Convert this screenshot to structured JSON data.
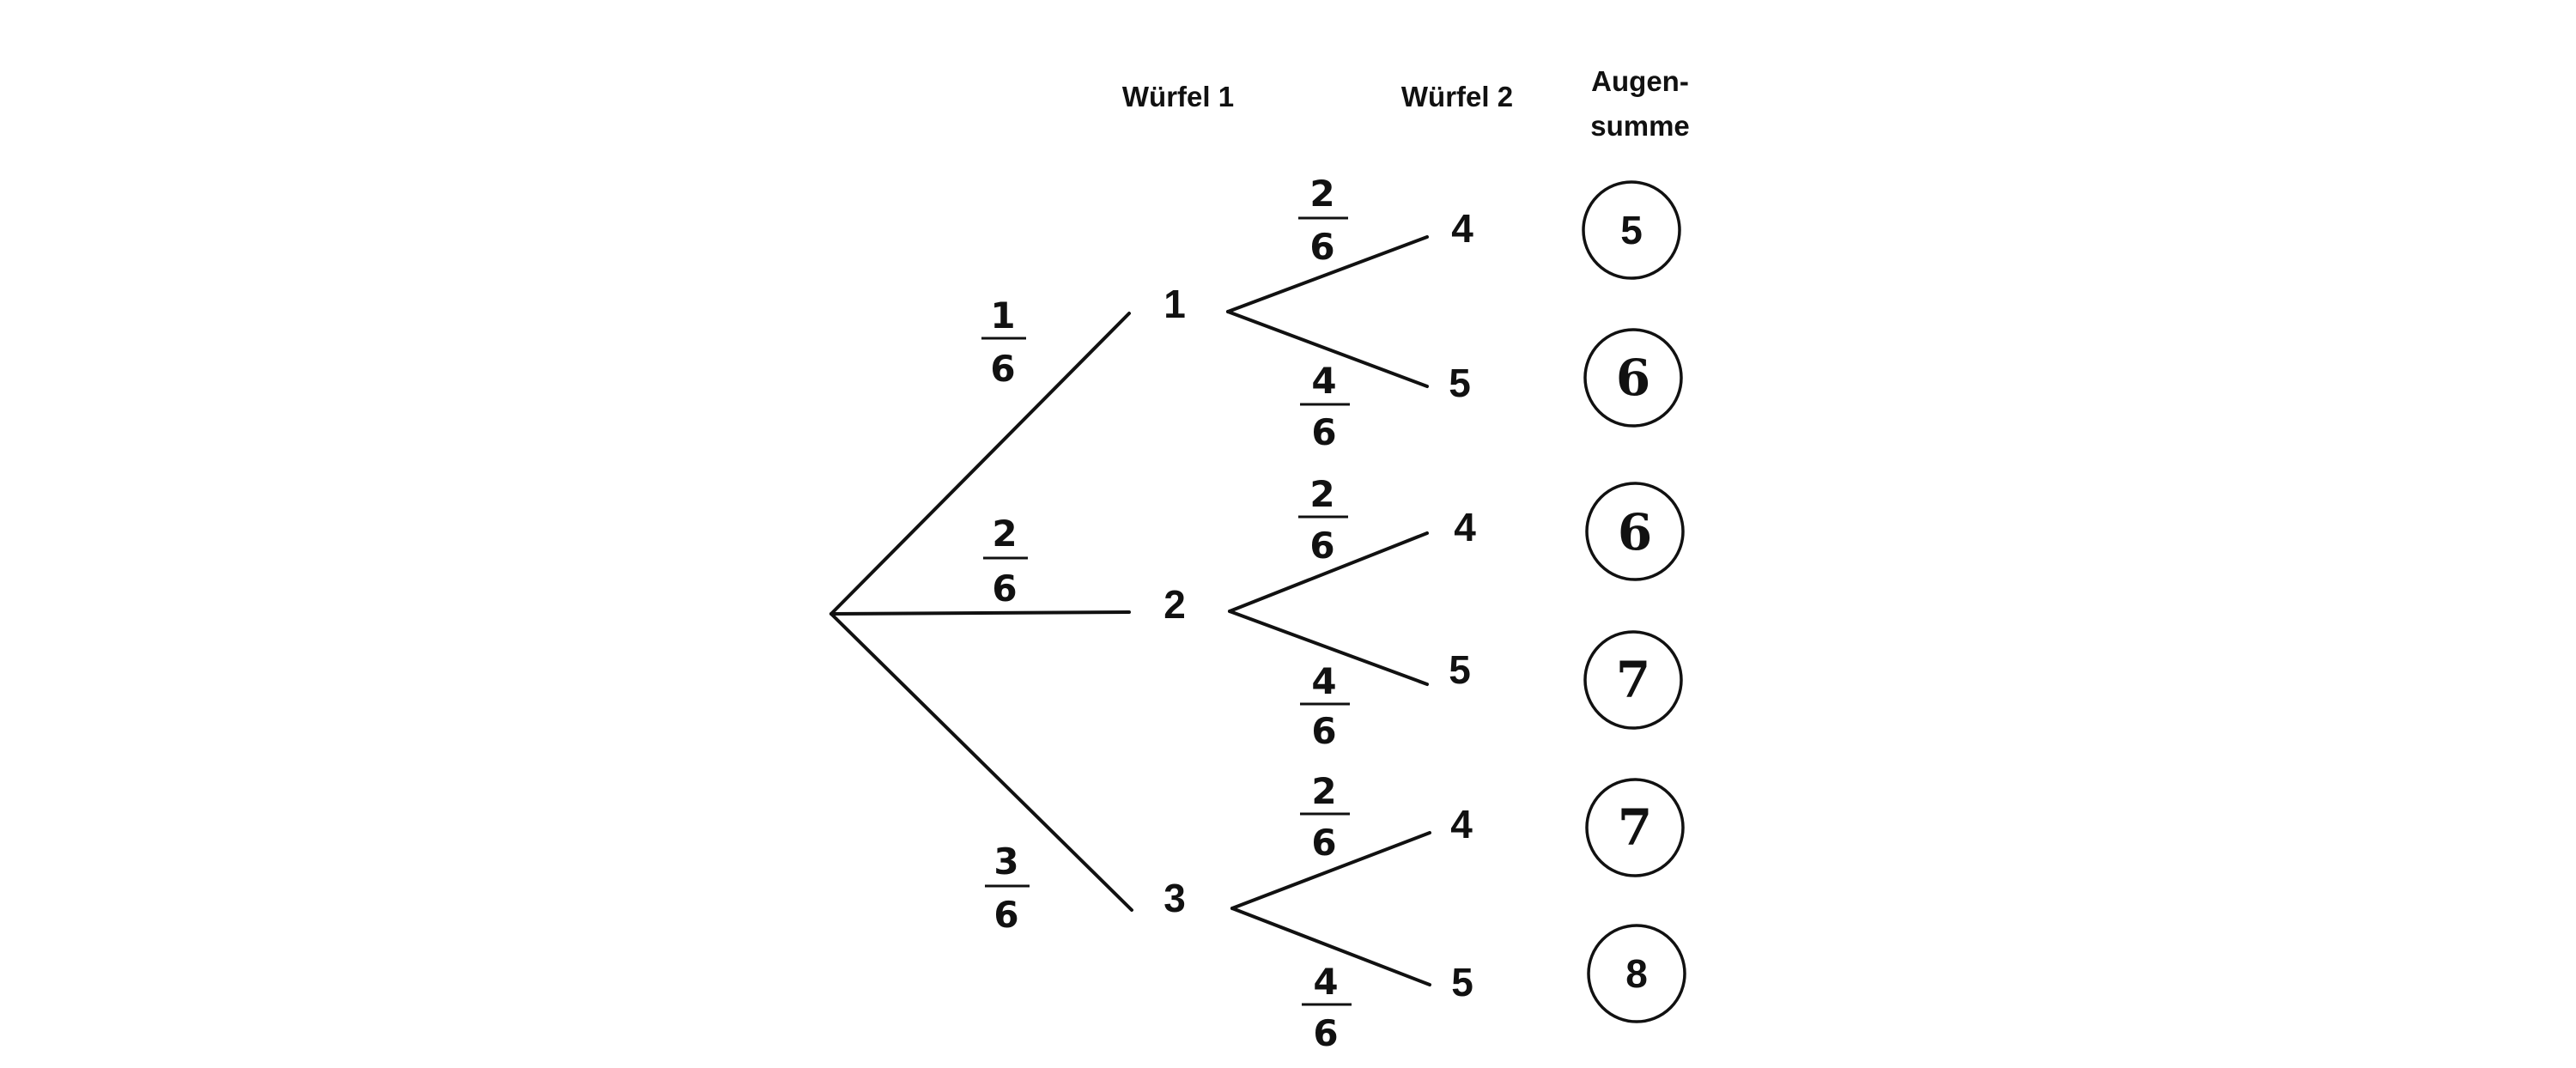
{
  "headers": {
    "wuerfel1": "Würfel 1",
    "wuerfel2": "Würfel 2",
    "augensumme_line1": "Augen-",
    "augensumme_line2": "summe"
  },
  "level1": [
    {
      "label": "1",
      "p_num": "1",
      "p_den": "6"
    },
    {
      "label": "2",
      "p_num": "2",
      "p_den": "6"
    },
    {
      "label": "3",
      "p_num": "3",
      "p_den": "6"
    }
  ],
  "level2": [
    {
      "label": "4",
      "p_num": "2",
      "p_den": "6",
      "sum": "5"
    },
    {
      "label": "5",
      "p_num": "4",
      "p_den": "6",
      "sum": "6"
    },
    {
      "label": "4",
      "p_num": "2",
      "p_den": "6",
      "sum": "6"
    },
    {
      "label": "5",
      "p_num": "4",
      "p_den": "6",
      "sum": "7"
    },
    {
      "label": "4",
      "p_num": "2",
      "p_den": "6",
      "sum": "7"
    },
    {
      "label": "5",
      "p_num": "4",
      "p_den": "6",
      "sum": "8"
    }
  ]
}
